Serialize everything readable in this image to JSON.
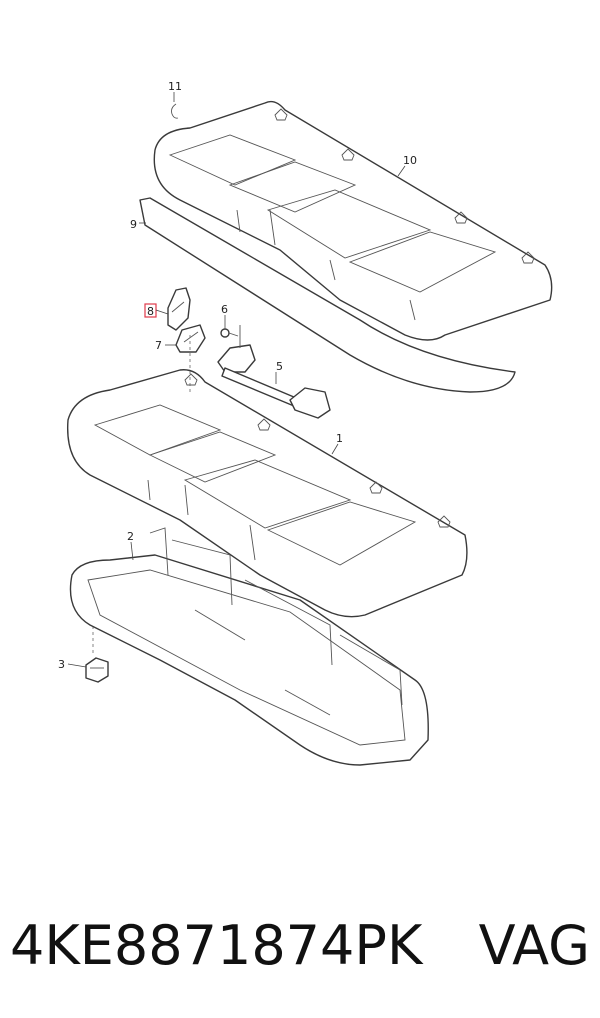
{
  "callouts": {
    "c1": "1",
    "c2": "2",
    "c3": "3",
    "c5": "5",
    "c6": "6",
    "c7": "7",
    "c8": "8",
    "c9": "9",
    "c10": "10",
    "c11": "11"
  },
  "caption": {
    "part_number": "4KE8871874PK",
    "brand": "VAG"
  },
  "colors": {
    "highlight": "#e03a4a",
    "line": "#3a3a3a"
  }
}
